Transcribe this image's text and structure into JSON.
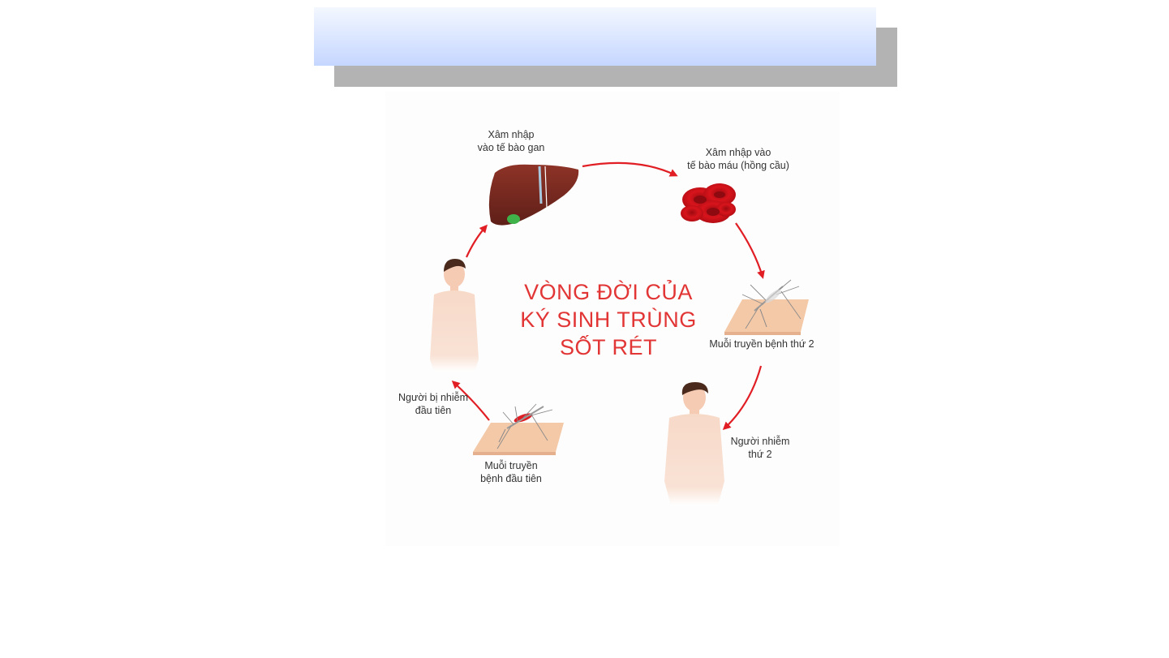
{
  "slide": {
    "title": ""
  },
  "diagram": {
    "center_title": [
      "VÒNG ĐỜI CỦA",
      "KÝ SINH TRÙNG",
      "SỐT RÉT"
    ],
    "labels": {
      "liver": "Xâm nhập\nvào tế bào gan",
      "blood": "Xâm nhập vào\ntế bào máu (hồng cầu)",
      "mosquito_second": "Muỗi truyền bệnh thứ 2",
      "person_second": "Người nhiễm\nthứ 2",
      "mosquito_first": "Muỗi truyền\nbệnh đầu tiên",
      "person_first": "Người bị nhiễm\nđầu tiên"
    },
    "colors": {
      "arrow": "#e01e24",
      "title": "#e23535",
      "liver": "#7a2a22",
      "blood_cell": "#d8141c",
      "skin": "#f7d9c8",
      "skin_patch": "#f4c9a8",
      "hair": "#4a2a1c"
    }
  }
}
